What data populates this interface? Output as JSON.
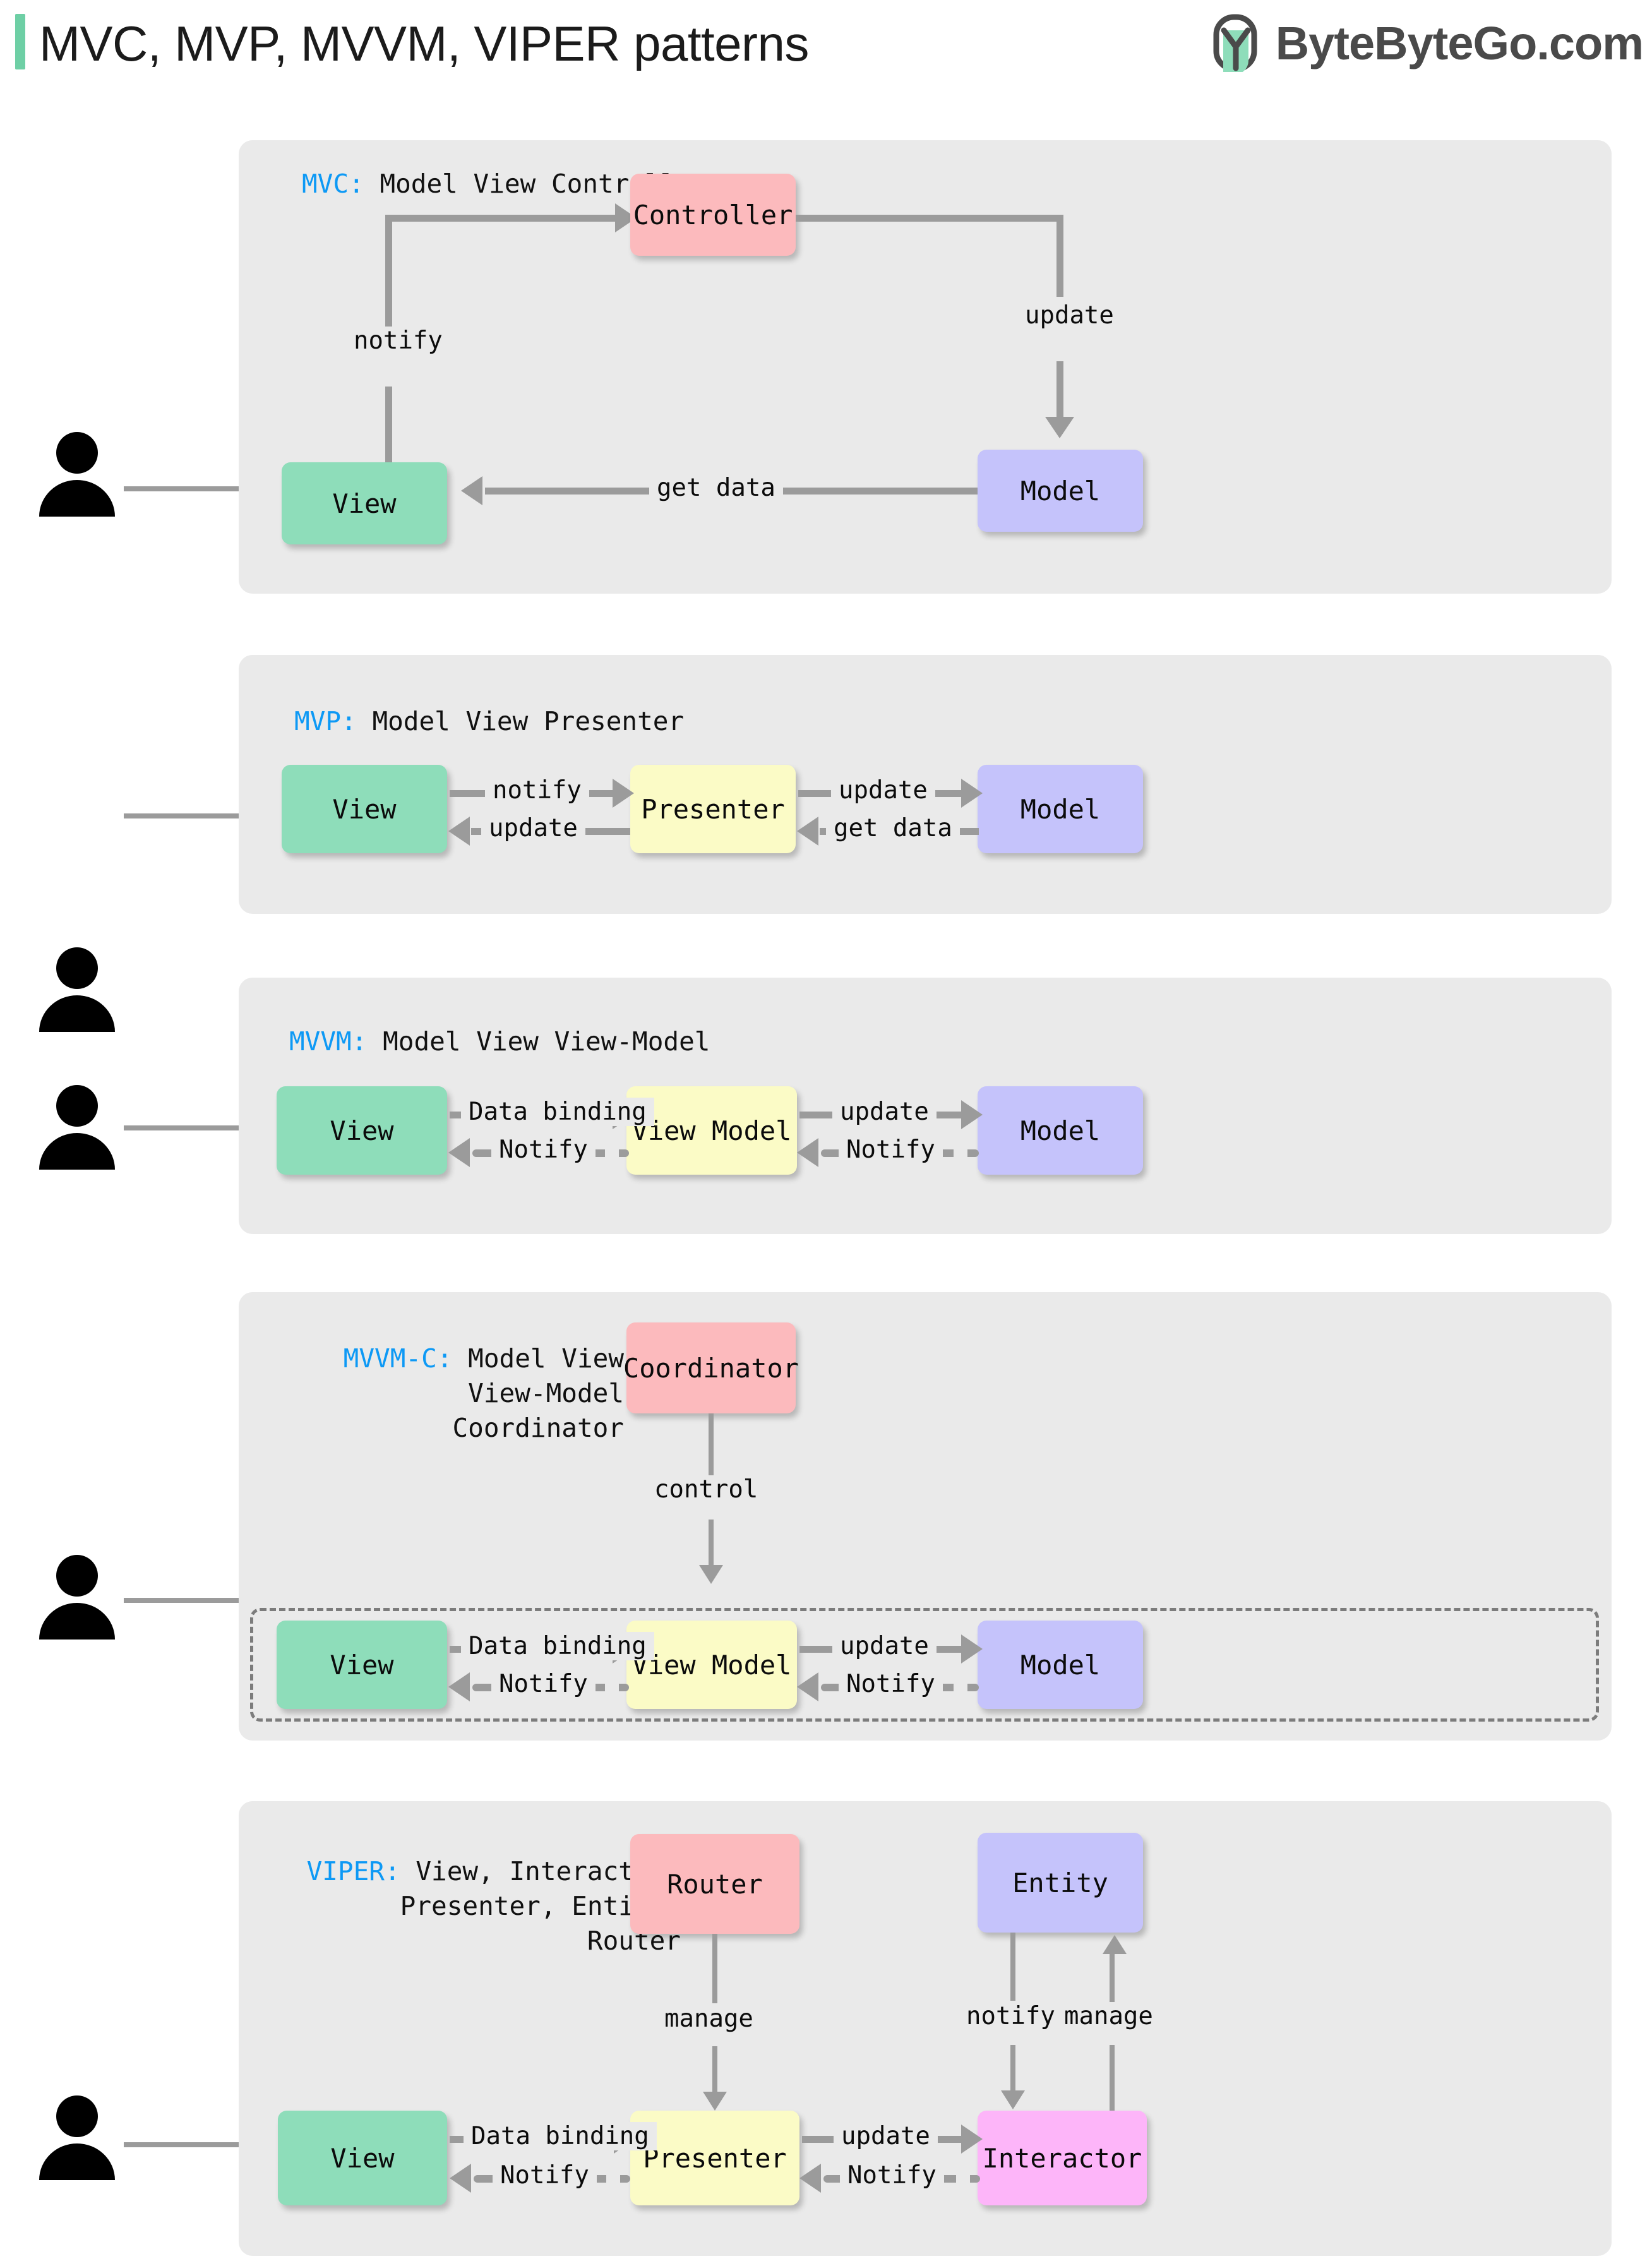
{
  "header": {
    "accent_color": "#6ecfa5",
    "title": "MVC, MVP, MVVM, VIPER patterns",
    "brand": "ByteByteGo.com",
    "brand_icon": "bytebytego-logo-icon"
  },
  "palette": {
    "panel_bg": "#eaeaea",
    "view": "#8eddba",
    "model": "#c5c3fb",
    "controller": "#fcbabd",
    "presenter": "#fbfbc6",
    "interactor": "#fdb5f9",
    "connector": "#9b9b9b",
    "tag_blue": "#0d99f5"
  },
  "sections": [
    {
      "id": "mvc",
      "tag": "MVC:",
      "caption_lines": [
        "Model View Controller"
      ],
      "nodes": {
        "view": "View",
        "controller": "Controller",
        "model": "Model"
      },
      "edges": [
        {
          "label": "notify",
          "from": "View",
          "to": "Controller",
          "style": "solid"
        },
        {
          "label": "update",
          "from": "Controller",
          "to": "Model",
          "style": "solid"
        },
        {
          "label": "get data",
          "from": "Model",
          "to": "View",
          "style": "solid"
        }
      ]
    },
    {
      "id": "mvp",
      "tag": "MVP:",
      "caption_lines": [
        "Model View Presenter"
      ],
      "nodes": {
        "view": "View",
        "presenter": "Presenter",
        "model": "Model"
      },
      "edges": [
        {
          "label": "notify",
          "from": "View",
          "to": "Presenter",
          "style": "solid"
        },
        {
          "label": "update",
          "from": "Presenter",
          "to": "Model",
          "style": "solid"
        },
        {
          "label": "get data",
          "from": "Model",
          "to": "Presenter",
          "style": "solid"
        },
        {
          "label": "update",
          "from": "Presenter",
          "to": "View",
          "style": "solid"
        }
      ]
    },
    {
      "id": "mvvm",
      "tag": "MVVM:",
      "caption_lines": [
        "Model View View-Model"
      ],
      "nodes": {
        "view": "View",
        "view_model": "View Model",
        "model": "Model"
      },
      "edges": [
        {
          "label": "Data binding",
          "from": "View",
          "to": "View Model",
          "style": "solid"
        },
        {
          "label": "update",
          "from": "View Model",
          "to": "Model",
          "style": "solid"
        },
        {
          "label": "Notify",
          "from": "Model",
          "to": "View Model",
          "style": "dashed"
        },
        {
          "label": "Notify",
          "from": "View Model",
          "to": "View",
          "style": "dashed"
        }
      ]
    },
    {
      "id": "mvvmc",
      "tag": "MVVM-C:",
      "caption_lines": [
        "Model View",
        "View-Model",
        "Coordinator"
      ],
      "nodes": {
        "coordinator": "Coordinator",
        "view": "View",
        "view_model": "View Model",
        "model": "Model"
      },
      "edges": [
        {
          "label": "control",
          "from": "Coordinator",
          "to": "View Model",
          "style": "solid"
        },
        {
          "label": "Data binding",
          "from": "View",
          "to": "View Model",
          "style": "solid"
        },
        {
          "label": "update",
          "from": "View Model",
          "to": "Model",
          "style": "solid"
        },
        {
          "label": "Notify",
          "from": "Model",
          "to": "View Model",
          "style": "dashed"
        },
        {
          "label": "Notify",
          "from": "View Model",
          "to": "View",
          "style": "dashed"
        }
      ]
    },
    {
      "id": "viper",
      "tag": "VIPER:",
      "caption_lines": [
        "View, Interactor,",
        "Presenter, Entity,",
        "Router"
      ],
      "nodes": {
        "router": "Router",
        "entity": "Entity",
        "view": "View",
        "presenter": "Presenter",
        "interactor": "Interactor"
      },
      "edges": [
        {
          "label": "manage",
          "from": "Router",
          "to": "Presenter",
          "style": "solid"
        },
        {
          "label": "notify",
          "from": "Entity",
          "to": "Interactor",
          "style": "solid"
        },
        {
          "label": "manage",
          "from": "Interactor",
          "to": "Entity",
          "style": "solid"
        },
        {
          "label": "Data binding",
          "from": "View",
          "to": "Presenter",
          "style": "solid"
        },
        {
          "label": "update",
          "from": "Presenter",
          "to": "Interactor",
          "style": "solid"
        },
        {
          "label": "Notify",
          "from": "Interactor",
          "to": "Presenter",
          "style": "dashed"
        },
        {
          "label": "Notify",
          "from": "Presenter",
          "to": "View",
          "style": "dashed"
        }
      ]
    }
  ],
  "actor": {
    "icon": "user-icon",
    "count": 5
  }
}
